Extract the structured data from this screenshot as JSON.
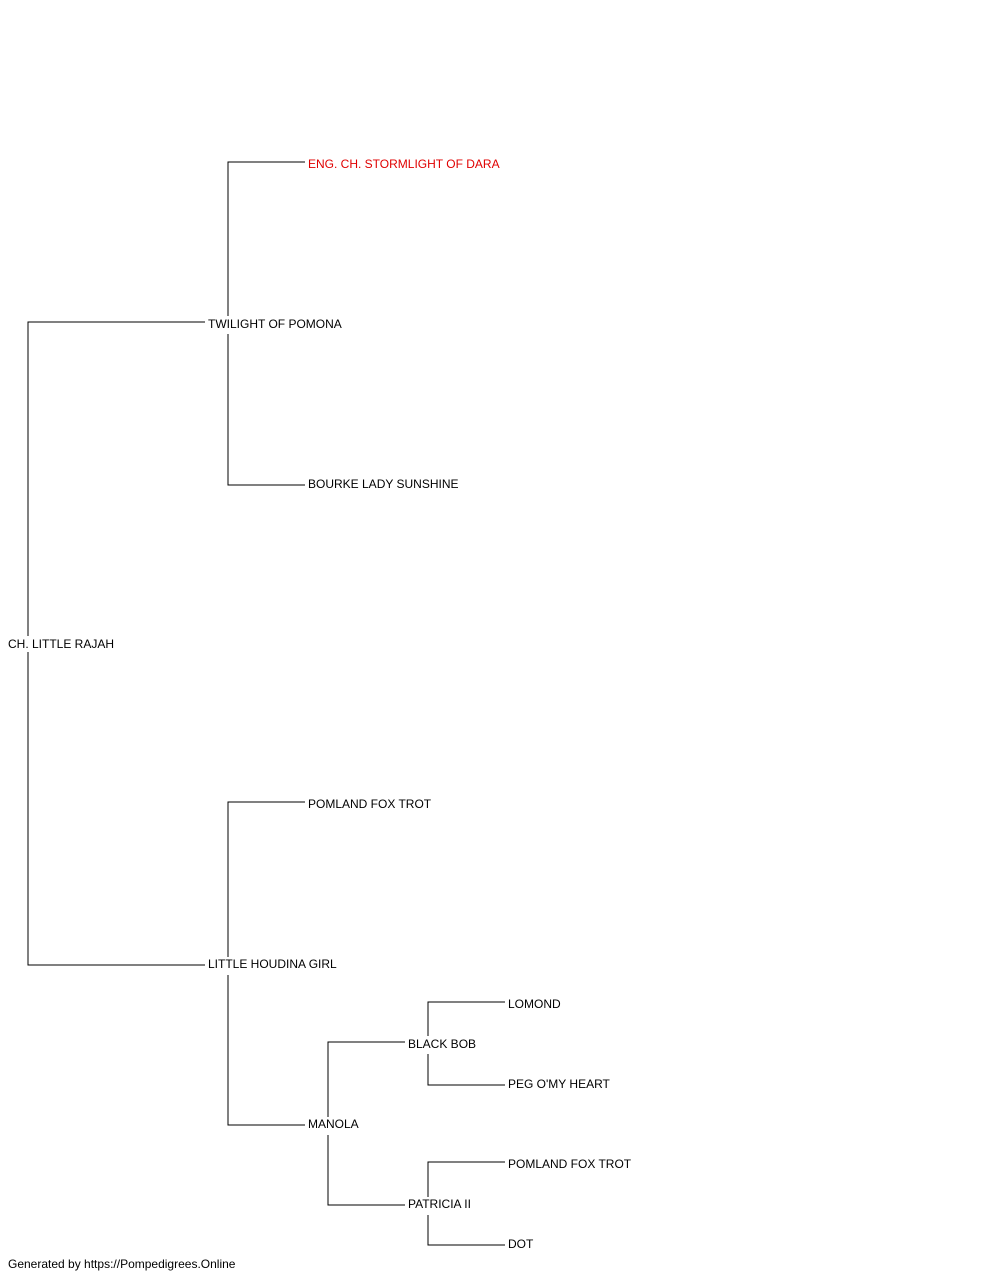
{
  "colors": {
    "line": "#000000",
    "text": "#000000",
    "highlight": "#e00000"
  },
  "pedigree": {
    "subject": "CH. LITTLE RAJAH",
    "sire": "TWILIGHT OF POMONA",
    "sire_sire": "ENG. CH. STORMLIGHT OF DARA",
    "sire_dam": "BOURKE LADY SUNSHINE",
    "dam": "LITTLE HOUDINA GIRL",
    "dam_sire": "POMLAND FOX TROT",
    "dam_dam": "MANOLA",
    "dam_dam_sire": "BLACK BOB",
    "dam_dam_sire_sire": "LOMOND",
    "dam_dam_sire_dam": "PEG O'MY HEART",
    "dam_dam_dam": "PATRICIA II",
    "dam_dam_dam_sire": "POMLAND FOX TROT",
    "dam_dam_dam_dam": "DOT"
  },
  "footer": {
    "text": "Generated by https://Pompedigrees.Online"
  }
}
